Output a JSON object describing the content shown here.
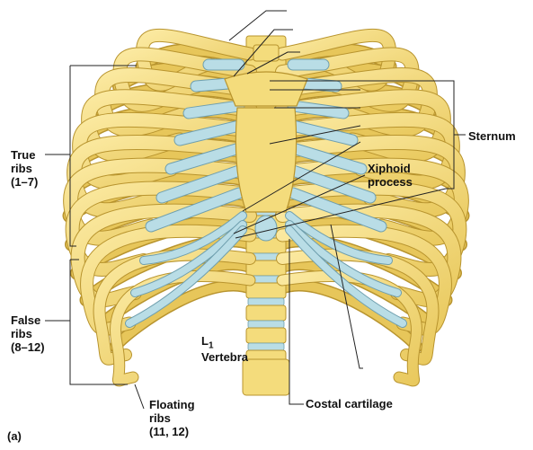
{
  "labels": {
    "true_ribs": [
      "True",
      "ribs",
      "(1–7)"
    ],
    "false_ribs": [
      "False",
      "ribs",
      "(8–12)"
    ],
    "sternum": "Sternum",
    "xiphoid": [
      "Xiphoid",
      "process"
    ],
    "l1": "L",
    "l1_sub": "1",
    "vertebra": "Vertebra",
    "floating": [
      "Floating",
      "ribs",
      "(11, 12)"
    ],
    "costal": "Costal cartilage",
    "panel": "(a)"
  },
  "colors": {
    "bone": "#f4dc7c",
    "bone_outline": "#b8942e",
    "bone_shade": "#e7c65a",
    "cartilage": "#b9dde6",
    "cartilage_outline": "#6f9fae",
    "leader": "#222222"
  }
}
